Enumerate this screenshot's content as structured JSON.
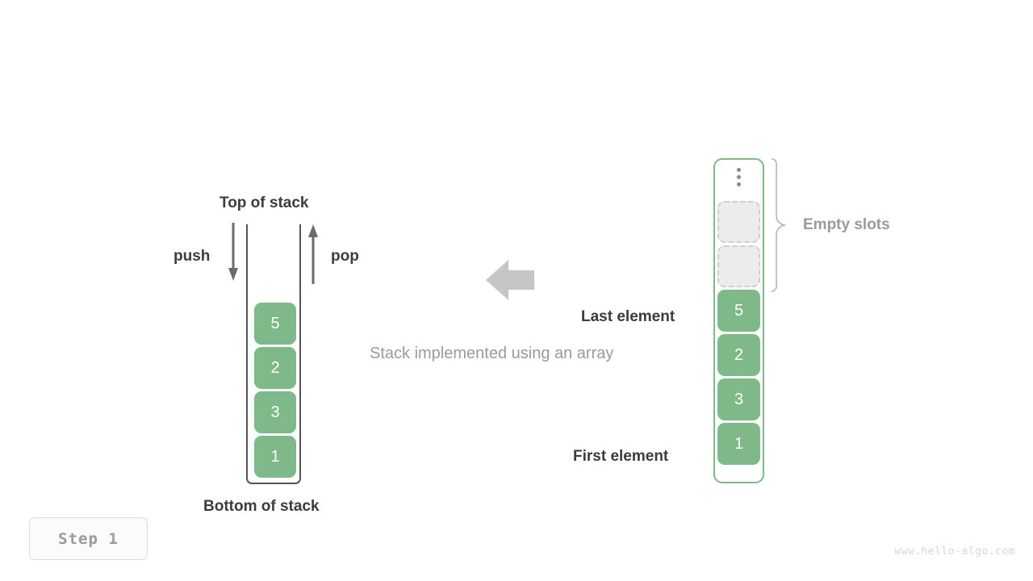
{
  "diagram": {
    "caption": "Stack implemented using an array",
    "step_badge": "Step 1",
    "watermark": "www.hello-algo.com",
    "colors": {
      "element_green": "#7fb989",
      "container_border_dark": "#555555",
      "empty_slot_fill": "#ececec",
      "empty_slot_border": "#cfcfcf",
      "label_dark": "#3c3c3c",
      "label_gray": "#9a9a9a",
      "transform_arrow": "#c6c6c6"
    }
  },
  "stack_view": {
    "top_label": "Top of stack",
    "bottom_label": "Bottom of stack",
    "push_label": "push",
    "pop_label": "pop",
    "cells": [
      {
        "value": "5"
      },
      {
        "value": "2"
      },
      {
        "value": "3"
      },
      {
        "value": "1"
      }
    ]
  },
  "array_view": {
    "empty_slots_label": "Empty slots",
    "last_element_label": "Last element",
    "first_element_label": "First element",
    "ellipsis": "vertical-ellipsis",
    "slots": [
      {
        "type": "empty",
        "value": ""
      },
      {
        "type": "empty",
        "value": ""
      },
      {
        "type": "filled",
        "value": "5"
      },
      {
        "type": "filled",
        "value": "2"
      },
      {
        "type": "filled",
        "value": "3"
      },
      {
        "type": "filled",
        "value": "1"
      }
    ]
  }
}
